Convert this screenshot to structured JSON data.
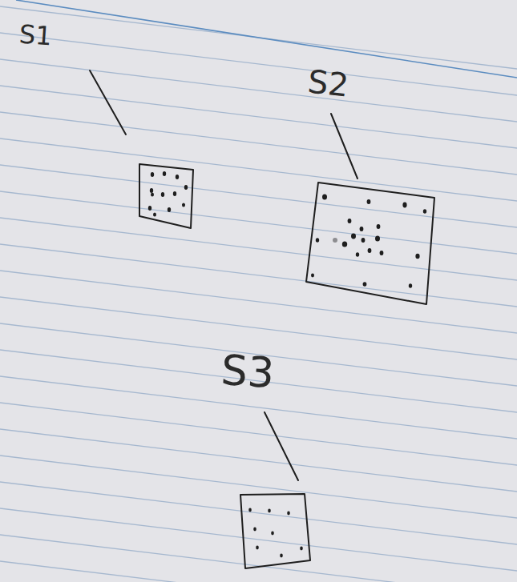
{
  "diagram": {
    "labels": [
      "S1",
      "S2",
      "S3"
    ]
  }
}
